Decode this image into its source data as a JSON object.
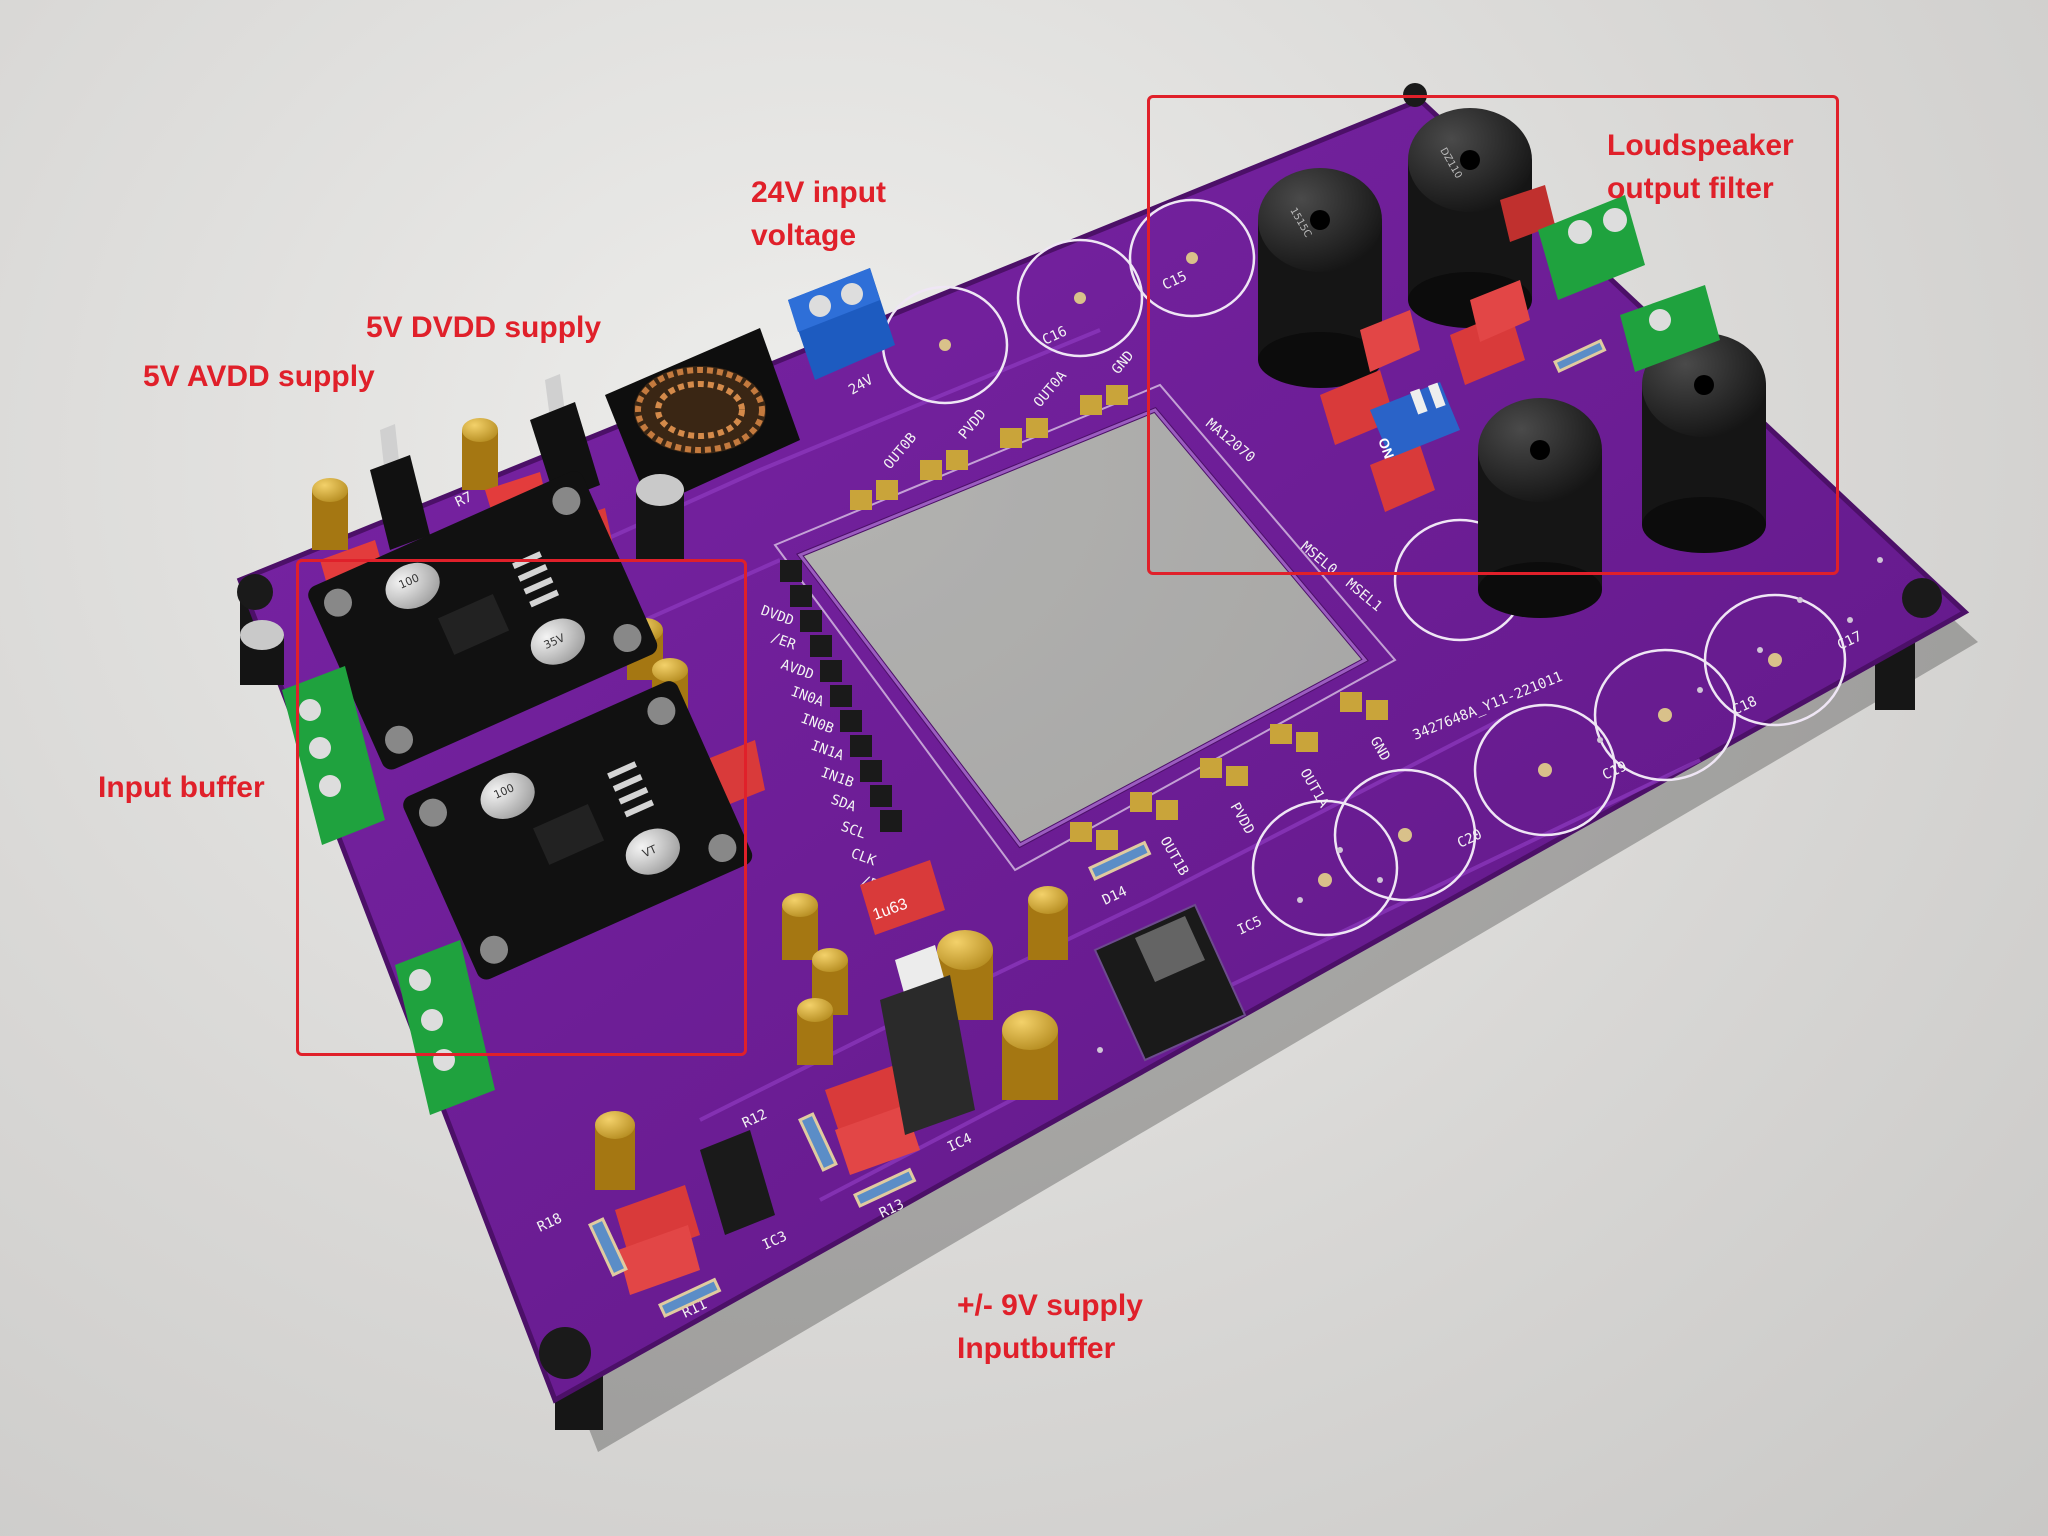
{
  "annotations": {
    "dvdd": "5V DVDD supply",
    "avdd": "5V AVDD supply",
    "input_voltage_l1": "24V input",
    "input_voltage_l2": "voltage",
    "speaker_filter_l1": "Loudspeaker",
    "speaker_filter_l2": "output filter",
    "input_buffer": "Input buffer",
    "supply_9v_l1": "+/- 9V supply",
    "supply_9v_l2": "Inputbuffer"
  },
  "board_text": {
    "header_labels": [
      "DVDD",
      "/ER",
      "AVDD",
      "IN0A",
      "IN0B",
      "IN1A",
      "IN1B",
      "SDA",
      "SCL",
      "CLK",
      "/EN"
    ],
    "bottom_pads": [
      "GND",
      "OUT1A",
      "PVDD",
      "OUT1B"
    ],
    "top_pads": [
      "OUT0B",
      "PVDD",
      "OUT0A",
      "GND"
    ],
    "chip_name": "MA12070",
    "mode_labels": [
      "MSEL0",
      "MSEL1"
    ],
    "board_id": "3427648A_Y11-221011",
    "input_label": "24V",
    "switch_label": "ON",
    "cap_labels": [
      "C15",
      "C16",
      "C17",
      "C18",
      "C19",
      "C20"
    ],
    "ic_labels": [
      "IC5",
      "IC4",
      "IC3"
    ],
    "resistor_labels": [
      "R11",
      "R12",
      "R13",
      "R18",
      "R7",
      "D14"
    ],
    "film_cap_value": "1u63",
    "module_cap": [
      "100",
      "35V",
      "VT"
    ],
    "inductor_text": [
      "1515C",
      "DZ110"
    ]
  },
  "colors": {
    "annotation": "#e0202a",
    "pcb": "#6e1e96",
    "silkscreen": "#f2f2f2"
  }
}
